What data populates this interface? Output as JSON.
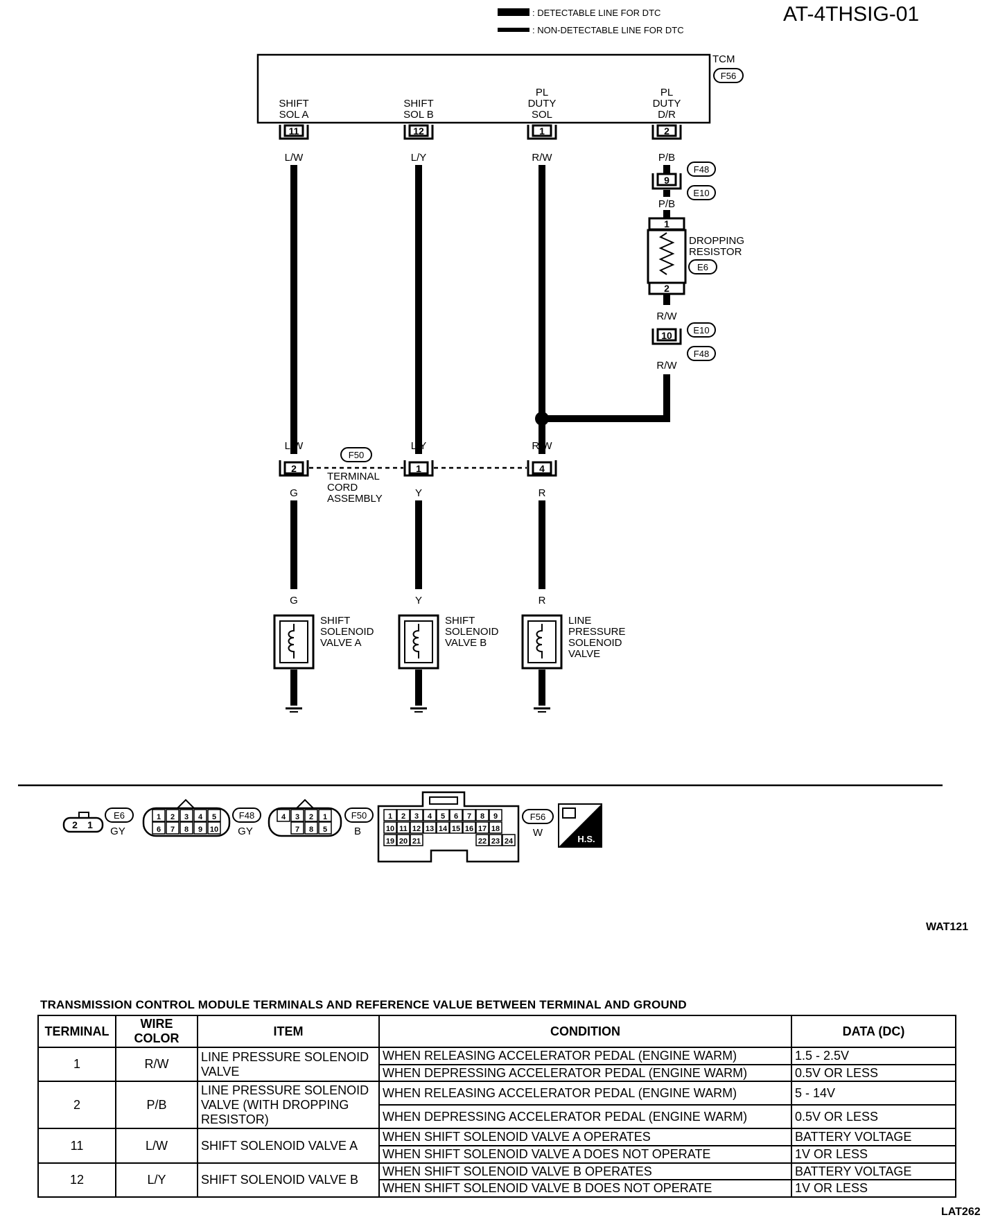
{
  "header": {
    "diagram_id": "AT-4THSIG-01",
    "legend": {
      "detectable": ": DETECTABLE LINE FOR DTC",
      "non_detectable": ": NON-DETECTABLE LINE FOR  DTC"
    }
  },
  "tcm": {
    "name": "TCM",
    "connector": "F56",
    "terminals": [
      {
        "line1": "SHIFT",
        "line2": "SOL A",
        "line3": "",
        "pin": "11",
        "wire": "L/W"
      },
      {
        "line1": "SHIFT",
        "line2": "SOL B",
        "line3": "",
        "pin": "12",
        "wire": "L/Y"
      },
      {
        "line1": "PL",
        "line2": "DUTY",
        "line3": "SOL",
        "pin": "1",
        "wire": "R/W"
      },
      {
        "line1": "PL",
        "line2": "DUTY",
        "line3": "D/R",
        "pin": "2",
        "wire": "P/B"
      }
    ]
  },
  "resistor_branch": {
    "joint_pin_top": "9",
    "joint_conn_a": "F48",
    "joint_conn_b": "E10",
    "wire_mid": "P/B",
    "resistor_pin_1": "1",
    "resistor_pin_2": "2",
    "resistor_label_1": "DROPPING",
    "resistor_label_2": "RESISTOR",
    "resistor_conn": "E6",
    "wire_after_resistor": "R/W",
    "joint_pin_bottom": "10",
    "joint2_conn_a": "E10",
    "joint2_conn_b": "F48",
    "wire_bottom": "R/W"
  },
  "terminal_cord": {
    "connector": "F50",
    "label_1": "TERMINAL",
    "label_2": "CORD",
    "label_3": "ASSEMBLY",
    "pins": [
      {
        "wire_in": "L/W",
        "pin": "2",
        "wire_out": "G"
      },
      {
        "wire_in": "L/Y",
        "pin": "1",
        "wire_out": "Y"
      },
      {
        "wire_in": "R/W",
        "pin": "4",
        "wire_out": "R"
      }
    ]
  },
  "solenoids": [
    {
      "wire": "G",
      "line1": "SHIFT",
      "line2": "SOLENOID",
      "line3": "VALVE A",
      "line4": ""
    },
    {
      "wire": "Y",
      "line1": "SHIFT",
      "line2": "SOLENOID",
      "line3": "VALVE B",
      "line4": ""
    },
    {
      "wire": "R",
      "line1": "LINE",
      "line2": "PRESSURE",
      "line3": "SOLENOID",
      "line4": "VALVE"
    }
  ],
  "connector_views": {
    "e6": {
      "name": "E6",
      "color": "GY",
      "pins": [
        "2",
        "1"
      ]
    },
    "f48": {
      "name": "F48",
      "color": "GY",
      "row1": [
        "1",
        "2",
        "3",
        "4",
        "5"
      ],
      "row2": [
        "6",
        "7",
        "8",
        "9",
        "10"
      ]
    },
    "f50": {
      "name": "F50",
      "color": "B",
      "row1": [
        "4",
        "3",
        "2",
        "1"
      ],
      "row2": [
        "7",
        "8",
        "5"
      ]
    },
    "f56": {
      "name": "F56",
      "color": "W",
      "row1": [
        "1",
        "2",
        "3",
        "4",
        "5",
        "6",
        "7",
        "8",
        "9"
      ],
      "row2": [
        "10",
        "11",
        "12",
        "13",
        "14",
        "15",
        "16",
        "17",
        "18"
      ],
      "row3": [
        "19",
        "20",
        "21",
        "22",
        "23",
        "24"
      ]
    },
    "hs_label": "H.S."
  },
  "figure_codes": {
    "upper": "WAT121",
    "lower": "LAT262"
  },
  "table": {
    "caption": "TRANSMISSION CONTROL MODULE TERMINALS AND REFERENCE VALUE BETWEEN TERMINAL AND GROUND",
    "headers": [
      "TERMINAL",
      "WIRE COLOR",
      "ITEM",
      "CONDITION",
      "DATA (DC)"
    ],
    "rows": [
      {
        "terminal": "1",
        "wire": "R/W",
        "item": "LINE PRESSURE SOLENOID VALVE",
        "cond_1": "WHEN RELEASING ACCELERATOR PEDAL (ENGINE WARM)",
        "data_1": "1.5 - 2.5V",
        "cond_2": "WHEN DEPRESSING ACCELERATOR PEDAL (ENGINE WARM)",
        "data_2": "0.5V OR LESS"
      },
      {
        "terminal": "2",
        "wire": "P/B",
        "item": "LINE PRESSURE SOLENOID VALVE (WITH DROPPING RESISTOR)",
        "cond_1": "WHEN RELEASING ACCELERATOR PEDAL (ENGINE WARM)",
        "data_1": "5 - 14V",
        "cond_2": "WHEN DEPRESSING ACCELERATOR PEDAL (ENGINE WARM)",
        "data_2": "0.5V OR LESS"
      },
      {
        "terminal": "11",
        "wire": "L/W",
        "item": "SHIFT SOLENOID VALVE A",
        "cond_1": "WHEN SHIFT SOLENOID VALVE A OPERATES",
        "data_1": "BATTERY VOLTAGE",
        "cond_2": "WHEN SHIFT SOLENOID VALVE A DOES NOT OPERATE",
        "data_2": "1V OR LESS"
      },
      {
        "terminal": "12",
        "wire": "L/Y",
        "item": "SHIFT SOLENOID VALVE B",
        "cond_1": "WHEN SHIFT SOLENOID VALVE B OPERATES",
        "data_1": "BATTERY VOLTAGE",
        "cond_2": "WHEN SHIFT SOLENOID VALVE B DOES NOT OPERATE",
        "data_2": "1V OR LESS"
      }
    ]
  }
}
